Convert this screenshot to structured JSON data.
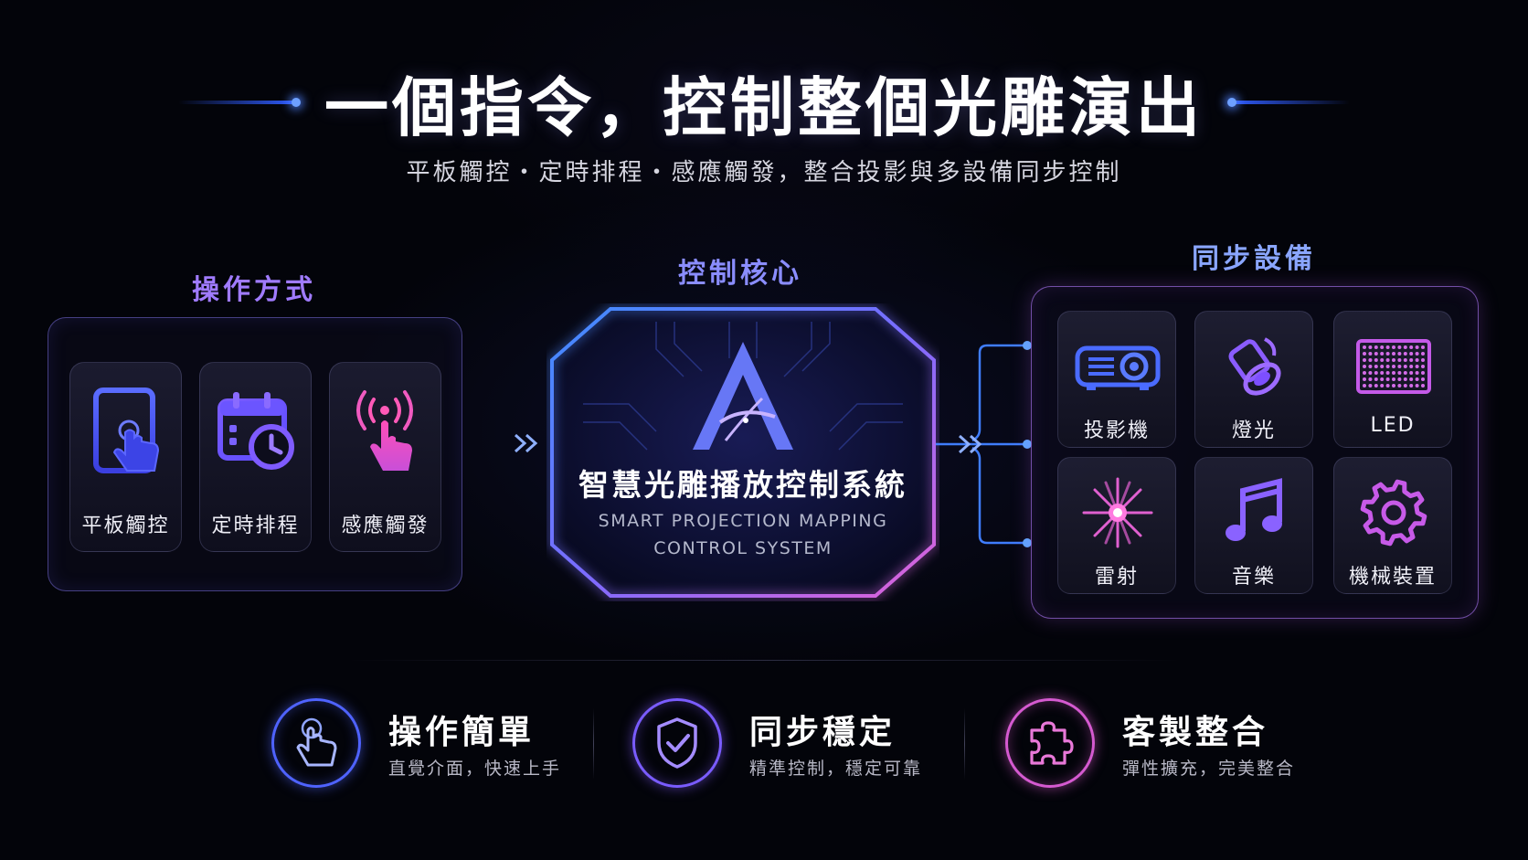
{
  "header": {
    "title": "一個指令，控制整個光雕演出",
    "subtitle": "平板觸控・定時排程・感應觸發，整合投影與多設備同步控制"
  },
  "sections": {
    "operation": "操作方式",
    "core": "控制核心",
    "devices": "同步設備"
  },
  "operation_methods": [
    {
      "label": "平板觸控",
      "icon": "tablet-touch-icon"
    },
    {
      "label": "定時排程",
      "icon": "calendar-clock-icon"
    },
    {
      "label": "感應觸發",
      "icon": "sensor-hand-icon"
    }
  ],
  "core": {
    "title": "智慧光雕播放控制系統",
    "subtitle_line1": "SMART PROJECTION MAPPING",
    "subtitle_line2": "CONTROL SYSTEM",
    "icon": "a-logo-icon"
  },
  "devices": [
    {
      "label": "投影機",
      "icon": "projector-icon"
    },
    {
      "label": "燈光",
      "icon": "spotlight-icon"
    },
    {
      "label": "LED",
      "icon": "led-panel-icon"
    },
    {
      "label": "雷射",
      "icon": "laser-icon"
    },
    {
      "label": "音樂",
      "icon": "music-note-icon"
    },
    {
      "label": "機械裝置",
      "icon": "gear-icon"
    }
  ],
  "features": [
    {
      "title": "操作簡單",
      "desc": "直覺介面，快速上手",
      "icon": "pointer-hand-icon"
    },
    {
      "title": "同步穩定",
      "desc": "精準控制，穩定可靠",
      "icon": "shield-check-icon"
    },
    {
      "title": "客製整合",
      "desc": "彈性擴充，完美整合",
      "icon": "puzzle-icon"
    }
  ],
  "colors": {
    "accent_blue": "#3f5bff",
    "accent_purple": "#8f5cff",
    "accent_pink": "#e055c8",
    "background": "#03040a"
  }
}
